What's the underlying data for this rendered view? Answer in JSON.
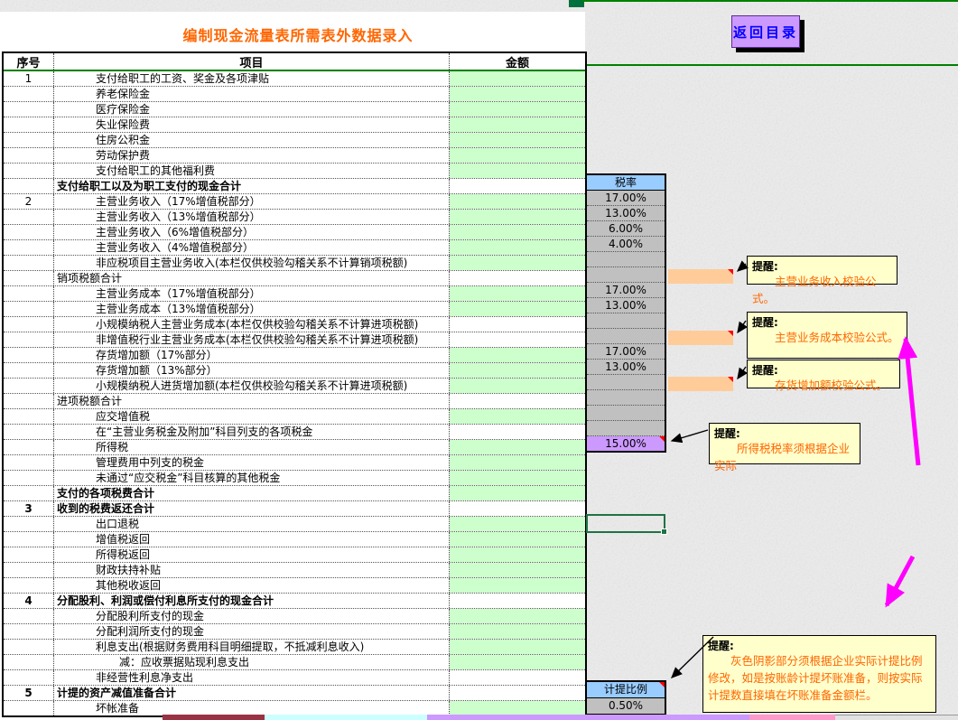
{
  "title": "编制现金流量表所需表外数据录入",
  "back_button": {
    "label": "返回目录"
  },
  "table": {
    "headers": {
      "no": "序号",
      "item": "项目",
      "amount": "金额"
    },
    "rows": [
      {
        "no": "1",
        "label": "支付给职工的工资、奖金及各项津贴",
        "indent": 1,
        "bold": false,
        "amount": "green"
      },
      {
        "no": "",
        "label": "养老保险金",
        "indent": 1,
        "bold": false,
        "amount": "green"
      },
      {
        "no": "",
        "label": "医疗保险金",
        "indent": 1,
        "bold": false,
        "amount": "green"
      },
      {
        "no": "",
        "label": "失业保险费",
        "indent": 1,
        "bold": false,
        "amount": "green"
      },
      {
        "no": "",
        "label": "住房公积金",
        "indent": 1,
        "bold": false,
        "amount": "green"
      },
      {
        "no": "",
        "label": "劳动保护费",
        "indent": 1,
        "bold": false,
        "amount": "green"
      },
      {
        "no": "",
        "label": "支付给职工的其他福利费",
        "indent": 1,
        "bold": false,
        "amount": "green"
      },
      {
        "no": "",
        "label": "支付给职工以及为职工支付的现金合计",
        "indent": 0,
        "bold": true,
        "amount": "white"
      },
      {
        "no": "2",
        "label": "主营业务收入（17%增值税部分）",
        "indent": 1,
        "bold": false,
        "amount": "green"
      },
      {
        "no": "",
        "label": "主营业务收入（13%增值税部分）",
        "indent": 1,
        "bold": false,
        "amount": "green"
      },
      {
        "no": "",
        "label": "主营业务收入（6%增值税部分）",
        "indent": 1,
        "bold": false,
        "amount": "green"
      },
      {
        "no": "",
        "label": "主营业务收入（4%增值税部分）",
        "indent": 1,
        "bold": false,
        "amount": "green"
      },
      {
        "no": "",
        "label": "非应税项目主营业务收入(本栏仅供校验勾稽关系不计算销项税额)",
        "indent": 1,
        "bold": false,
        "amount": "green"
      },
      {
        "no": "",
        "label": "销项税额合计",
        "indent": 0,
        "bold": false,
        "amount": "white"
      },
      {
        "no": "",
        "label": "主营业务成本（17%增值税部分）",
        "indent": 1,
        "bold": false,
        "amount": "green"
      },
      {
        "no": "",
        "label": "主营业务成本（13%增值税部分）",
        "indent": 1,
        "bold": false,
        "amount": "green"
      },
      {
        "no": "",
        "label": "小规模纳税人主营业务成本(本栏仅供校验勾稽关系不计算进项税额)",
        "indent": 1,
        "bold": false,
        "amount": "white"
      },
      {
        "no": "",
        "label": "非增值税行业主营业务成本(本栏仅供校验勾稽关系不计算进项税额)",
        "indent": 1,
        "bold": false,
        "amount": "white"
      },
      {
        "no": "",
        "label": "存货增加额（17%部分）",
        "indent": 1,
        "bold": false,
        "amount": "green"
      },
      {
        "no": "",
        "label": "存货增加额（13%部分）",
        "indent": 1,
        "bold": false,
        "amount": "green"
      },
      {
        "no": "",
        "label": "小规模纳税人进货增加额(本栏仅供校验勾稽关系不计算进项税额)",
        "indent": 1,
        "bold": false,
        "amount": "green"
      },
      {
        "no": "",
        "label": "进项税额合计",
        "indent": 0,
        "bold": false,
        "amount": "white"
      },
      {
        "no": "",
        "label": "应交增值税",
        "indent": 1,
        "bold": false,
        "amount": "green"
      },
      {
        "no": "",
        "label": "在“主营业务税金及附加”科目列支的各项税金",
        "indent": 1,
        "bold": false,
        "amount": "white"
      },
      {
        "no": "",
        "label": "所得税",
        "indent": 1,
        "bold": false,
        "amount": "green"
      },
      {
        "no": "",
        "label": "管理费用中列支的税金",
        "indent": 1,
        "bold": false,
        "amount": "green"
      },
      {
        "no": "",
        "label": "未通过“应交税金”科目核算的其他税金",
        "indent": 1,
        "bold": false,
        "amount": "green"
      },
      {
        "no": "",
        "label": "支付的各项税费合计",
        "indent": 0,
        "bold": true,
        "amount": "green"
      },
      {
        "no": "3",
        "label": "收到的税费返还合计",
        "indent": 0,
        "bold": true,
        "amount": "white"
      },
      {
        "no": "",
        "label": "出口退税",
        "indent": 1,
        "bold": false,
        "amount": "green"
      },
      {
        "no": "",
        "label": "增值税返回",
        "indent": 1,
        "bold": false,
        "amount": "green"
      },
      {
        "no": "",
        "label": "所得税返回",
        "indent": 1,
        "bold": false,
        "amount": "green"
      },
      {
        "no": "",
        "label": "财政扶持补贴",
        "indent": 1,
        "bold": false,
        "amount": "green"
      },
      {
        "no": "",
        "label": "其他税收返回",
        "indent": 1,
        "bold": false,
        "amount": "green"
      },
      {
        "no": "4",
        "label": "分配股利、利润或偿付利息所支付的现金合计",
        "indent": 0,
        "bold": true,
        "amount": "white"
      },
      {
        "no": "",
        "label": "分配股利所支付的现金",
        "indent": 1,
        "bold": false,
        "amount": "green"
      },
      {
        "no": "",
        "label": "分配利润所支付的现金",
        "indent": 1,
        "bold": false,
        "amount": "green"
      },
      {
        "no": "",
        "label": "利息支出(根据财务费用科目明细提取，不抵减利息收入)",
        "indent": 1,
        "bold": false,
        "amount": "green"
      },
      {
        "no": "",
        "label": "减：应收票据贴现利息支出",
        "indent": 2,
        "bold": false,
        "amount": "green"
      },
      {
        "no": "",
        "label": "非经营性利息净支出",
        "indent": 1,
        "bold": false,
        "amount": "white"
      },
      {
        "no": "5",
        "label": "计提的资产减值准备合计",
        "indent": 0,
        "bold": true,
        "amount": "white"
      },
      {
        "no": "",
        "label": "坏帐准备",
        "indent": 1,
        "bold": false,
        "amount": "green"
      }
    ]
  },
  "rate_panel": {
    "header": "税率",
    "cells": [
      {
        "value": "17.00%",
        "bg": "gray"
      },
      {
        "value": "13.00%",
        "bg": "gray"
      },
      {
        "value": "6.00%",
        "bg": "gray"
      },
      {
        "value": "4.00%",
        "bg": "gray"
      },
      {
        "value": "",
        "bg": "gray"
      },
      {
        "value": "",
        "bg": "gray"
      },
      {
        "value": "17.00%",
        "bg": "gray"
      },
      {
        "value": "13.00%",
        "bg": "gray"
      },
      {
        "value": "",
        "bg": "gray"
      },
      {
        "value": "",
        "bg": "gray"
      },
      {
        "value": "17.00%",
        "bg": "gray"
      },
      {
        "value": "13.00%",
        "bg": "gray"
      },
      {
        "value": "",
        "bg": "gray"
      },
      {
        "value": "",
        "bg": "gray"
      },
      {
        "value": "",
        "bg": "gray"
      },
      {
        "value": "",
        "bg": "gray"
      },
      {
        "value": "15.00%",
        "bg": "purple",
        "marker": true
      }
    ]
  },
  "ratio_panel": {
    "header": "计提比例",
    "value": "0.50%"
  },
  "tooltips": [
    {
      "title": "提醒:",
      "body": "主营业务收入校验公式。"
    },
    {
      "title": "提醒:",
      "body": "主营业务成本校验公式。"
    },
    {
      "title": "提醒:",
      "body": "存货增加额校验公式。"
    },
    {
      "title": "提醒:",
      "body": "所得税税率须根据企业实际"
    },
    {
      "title": "提醒:",
      "body": "灰色阴影部分须根据企业实际计提比例修改，如是按账龄计提坏账准备，则按实际计提数直接填在坏账准备金额栏。"
    }
  ],
  "colors": {
    "input_cell_green": "#CCFFCC",
    "rate_cell_gray": "#C0C0C0",
    "panel_header_blue": "#99CCFF",
    "income_tax_purple": "#CC99FF",
    "highlight_bar_peach": "#FFCC99",
    "tooltip_yellow": "#FFFFCC",
    "accent_orange": "#FF6600",
    "grid_green": "#008000",
    "annotation_magenta": "#FF00FF",
    "selection_green": "#1F7245",
    "button_bg": "#CC99FF",
    "button_text": "#0000FF"
  }
}
